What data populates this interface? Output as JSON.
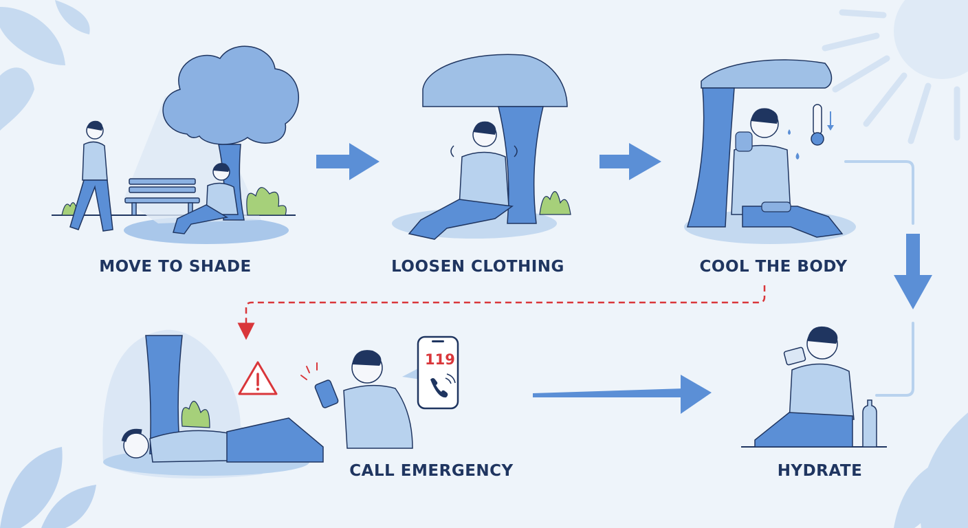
{
  "steps": [
    {
      "id": "move-to-shade",
      "label": "MOVE TO SHADE"
    },
    {
      "id": "loosen-clothing",
      "label": "LOOSEN CLOTHING"
    },
    {
      "id": "cool-the-body",
      "label": "COOL THE BODY"
    },
    {
      "id": "call-emergency",
      "label": "CALL EMERGENCY"
    },
    {
      "id": "hydrate",
      "label": "HYDRATE"
    }
  ],
  "emergency_number": "119",
  "icons": {
    "warning": "warning-triangle-icon",
    "phone": "phone-icon",
    "thermometer": "thermometer-down-icon",
    "sun": "sun-icon"
  },
  "colors": {
    "background": "#eef4fa",
    "primary_blue": "#5b8fd6",
    "light_blue": "#b8d2ee",
    "dark_blue": "#1f3560",
    "alert_red": "#d9363a"
  }
}
